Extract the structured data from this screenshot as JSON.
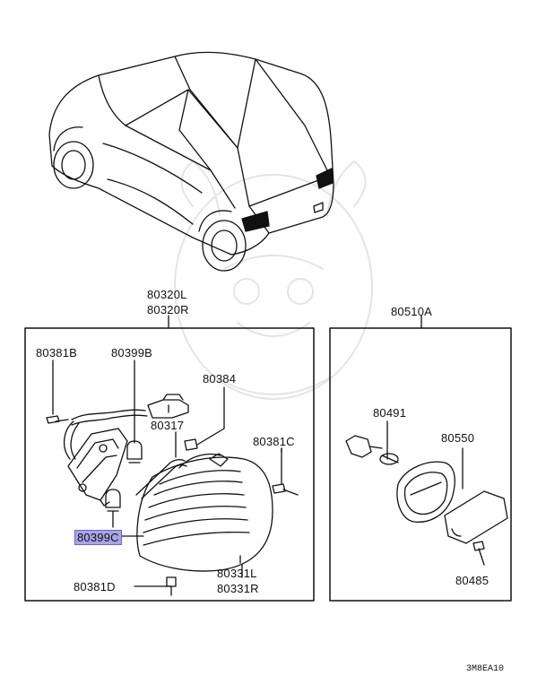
{
  "diagram": {
    "parts": {
      "assembly_left": "80320L",
      "assembly_right": "80320R",
      "screw_b": "80381B",
      "bulb_b": "80399B",
      "item_80384": "80384",
      "item_80317": "80317",
      "screw_c": "80381C",
      "bulb_c": "80399C",
      "screw_d": "80381D",
      "lens_left": "80331L",
      "lens_right": "80331R",
      "lamp_assembly": "80510A",
      "socket": "80491",
      "lens_80550": "80550",
      "screw_80485": "80485"
    },
    "highlighted_part": "80399C",
    "diagram_code": "3M8EA10",
    "highlight_color": "#a9a4e6"
  }
}
